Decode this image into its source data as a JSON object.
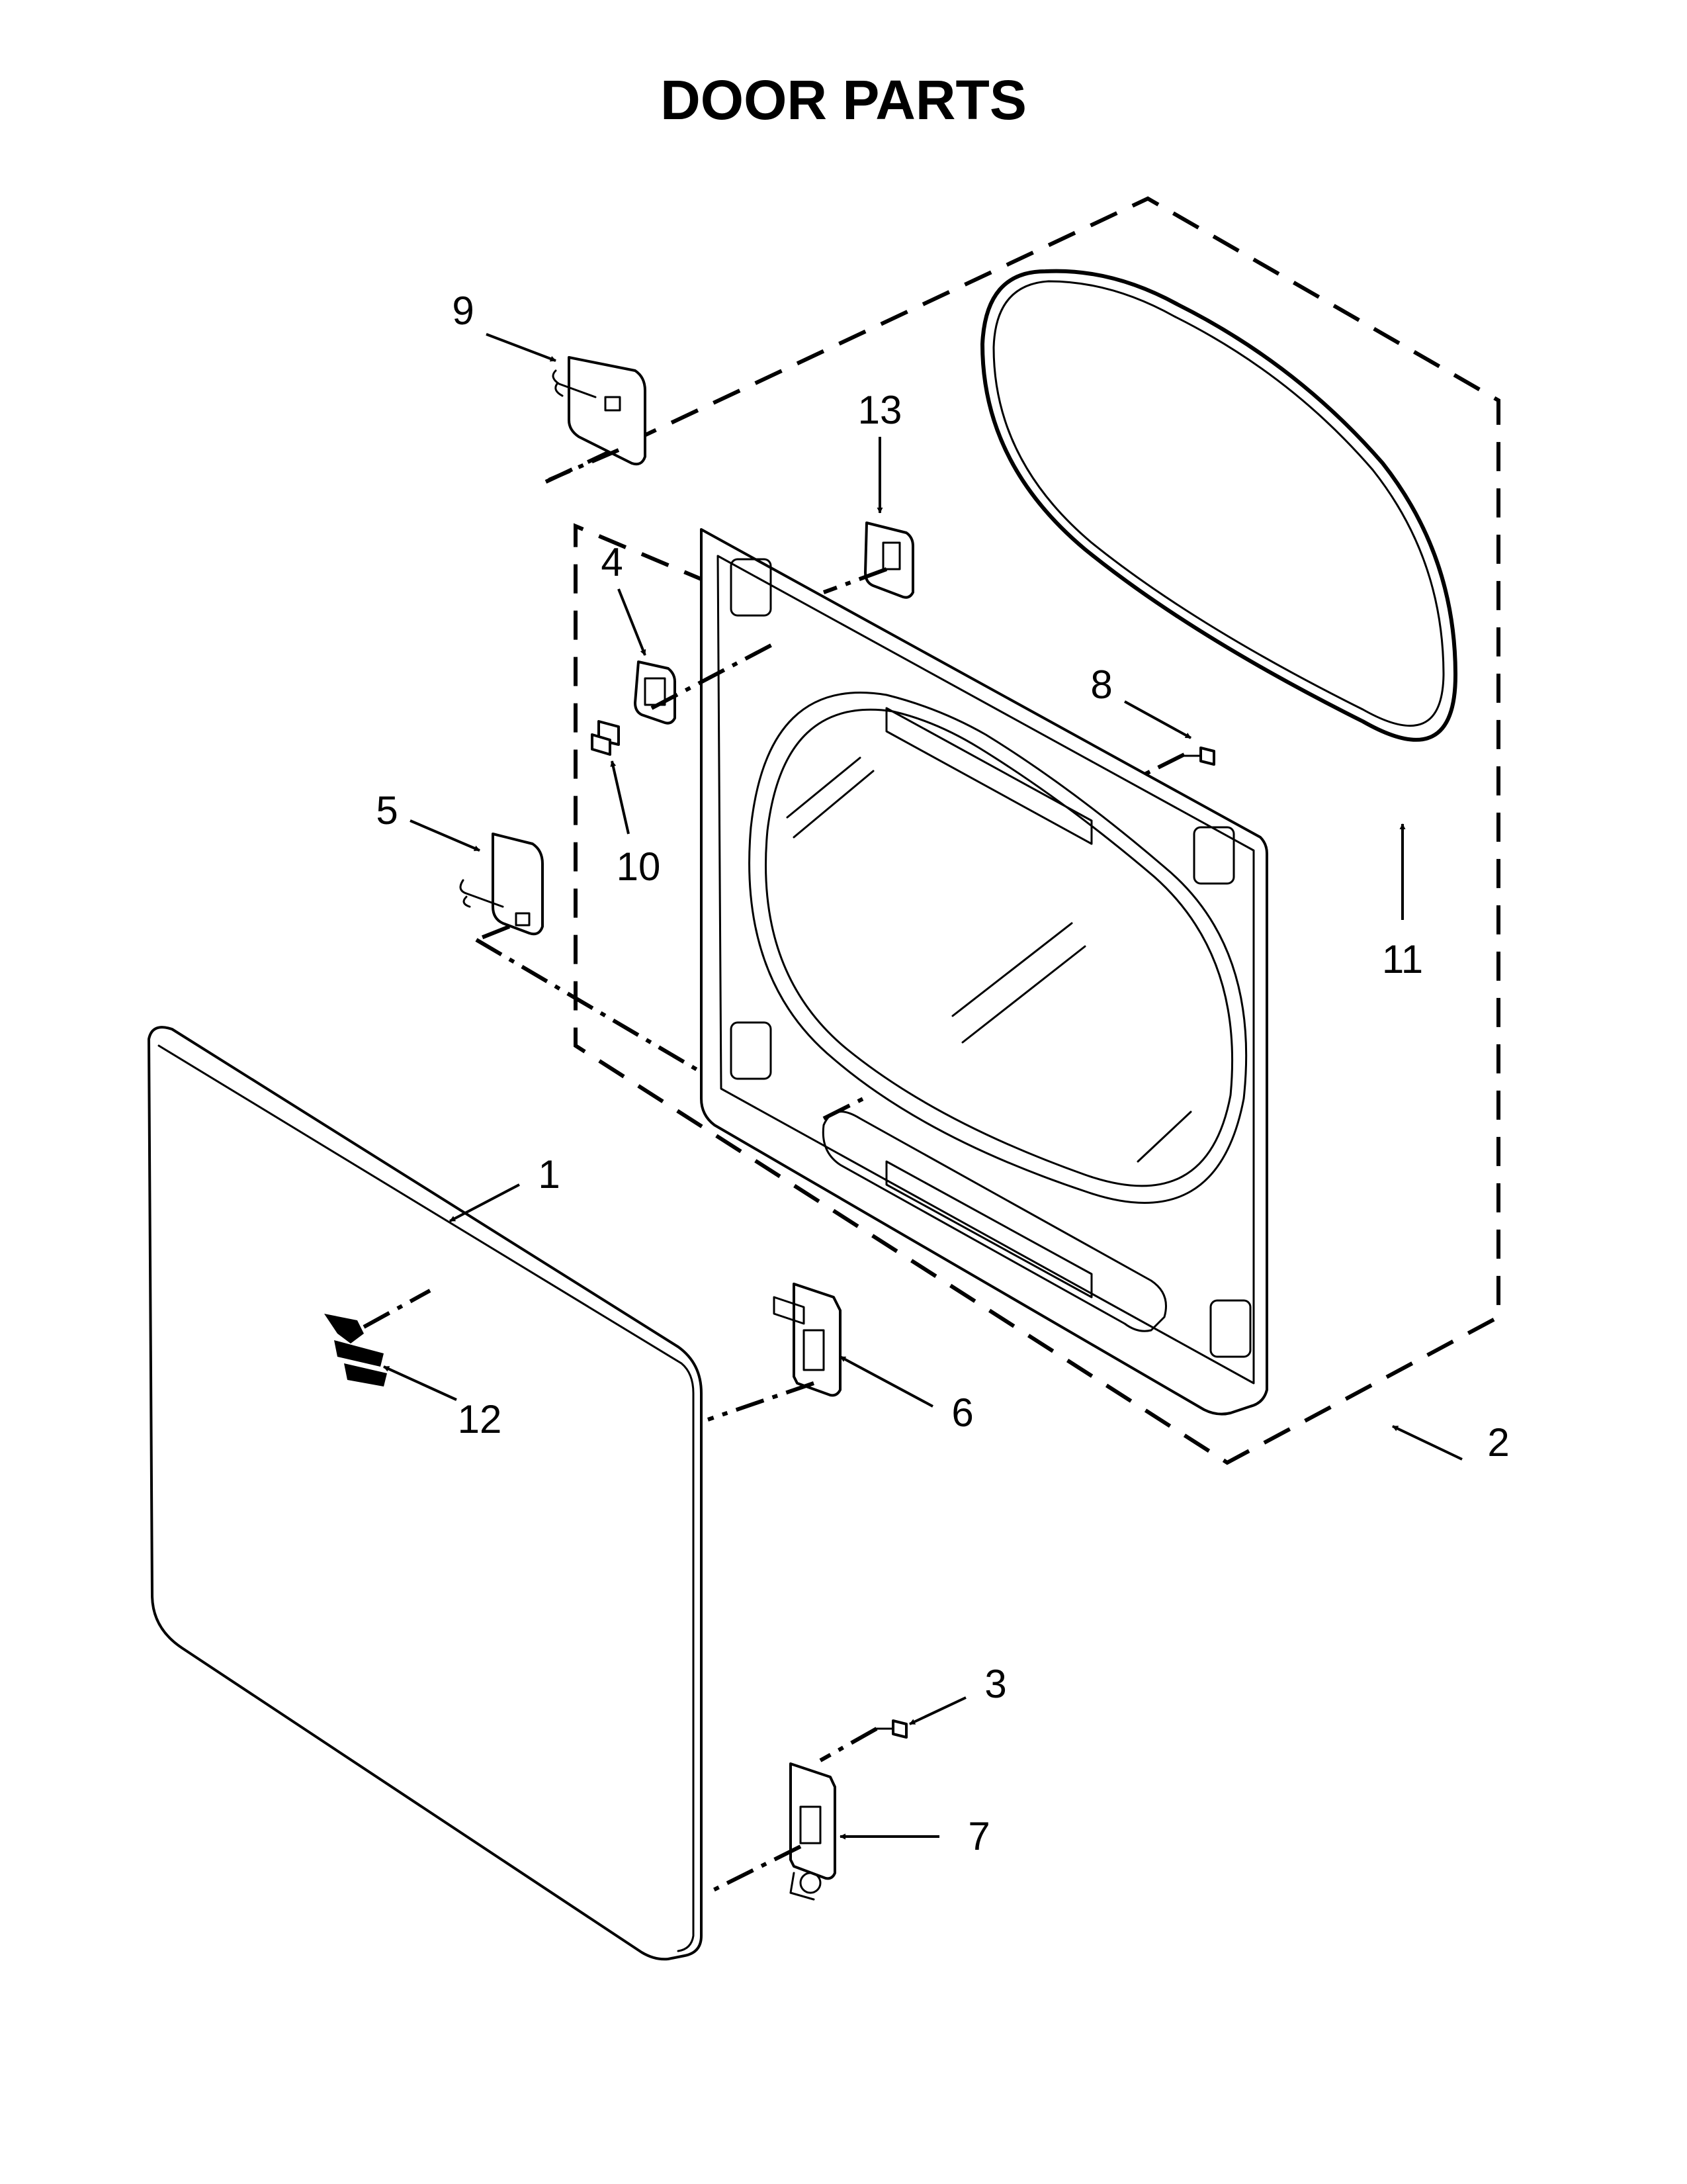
{
  "title": "DOOR PARTS",
  "callouts": {
    "c1": "1",
    "c2": "2",
    "c3": "3",
    "c4": "4",
    "c5": "5",
    "c6": "6",
    "c7": "7",
    "c8": "8",
    "c9": "9",
    "c10": "10",
    "c11": "11",
    "c12": "12",
    "c13": "13"
  }
}
